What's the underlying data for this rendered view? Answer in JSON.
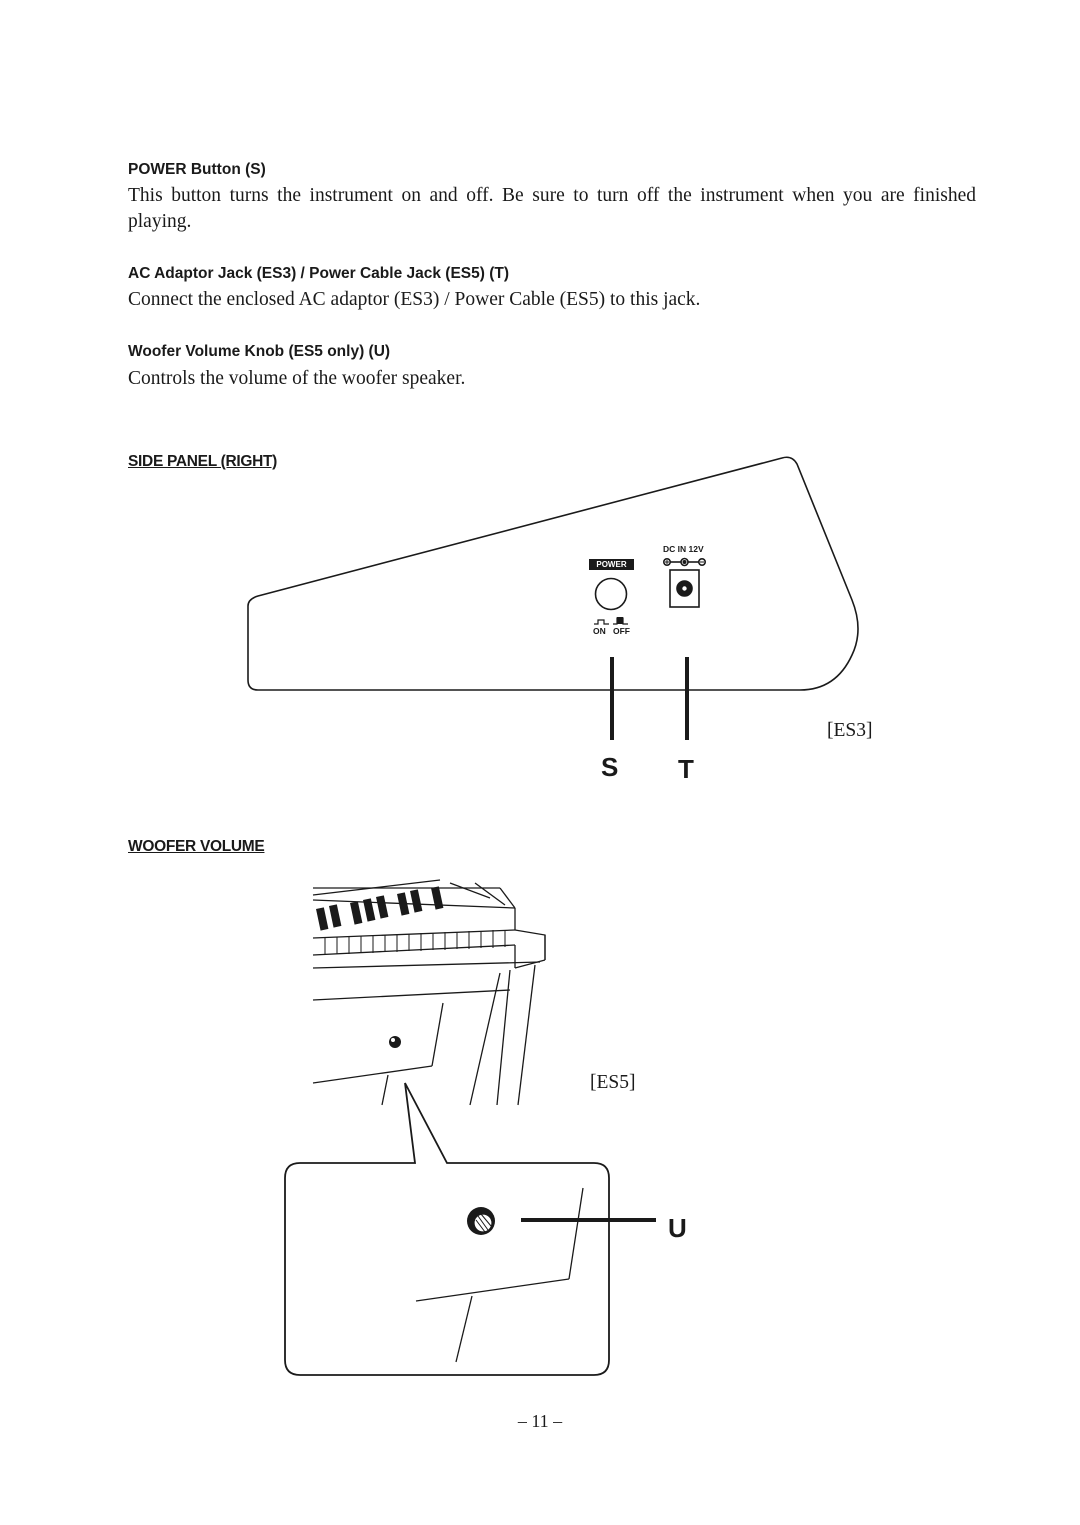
{
  "sections": [
    {
      "heading": "POWER Button (S)",
      "body": "This button turns the instrument on and off.  Be sure to turn off the instrument when you are finished playing."
    },
    {
      "heading": "AC Adaptor Jack (ES3) / Power Cable Jack (ES5) (T)",
      "body": "Connect the enclosed AC adaptor (ES3) / Power Cable (ES5) to this jack."
    },
    {
      "heading": "Woofer Volume Knob (ES5 only) (U)",
      "body": "Controls the volume of the woofer speaker."
    }
  ],
  "side_panel": {
    "title": "SIDE PANEL (RIGHT)",
    "power_label": "POWER",
    "on_label": "ON",
    "off_label": "OFF",
    "dc_label": "DC IN 12V",
    "callout_s": "S",
    "callout_t": "T",
    "model": "[ES3]"
  },
  "woofer": {
    "title": "WOOFER VOLUME",
    "model": "[ES5]",
    "callout_u": "U"
  },
  "page_number": "– 11 –"
}
